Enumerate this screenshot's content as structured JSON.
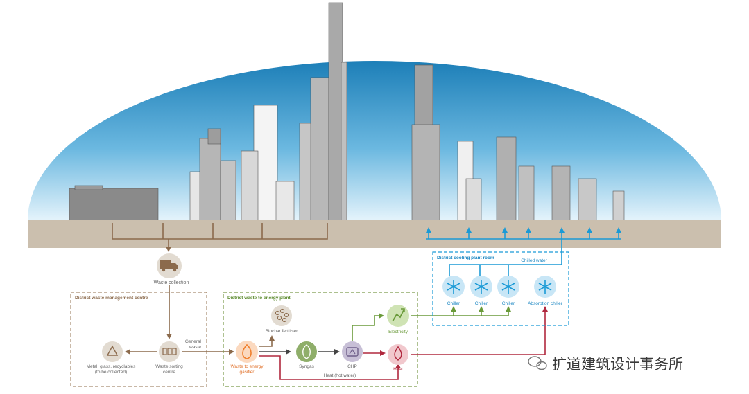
{
  "colors": {
    "sky_top": "#1d7fb8",
    "sky_bottom": "#dff0fa",
    "ground": "#cbbfae",
    "waste_brown": "#8b6a4c",
    "cooling_blue": "#1a9ad6",
    "energy_green": "#6a9a3a",
    "heat_red": "#b0283e",
    "orange": "#f07f2c"
  },
  "labels": {
    "waste_collection": "Waste collection",
    "waste_centre_title": "District waste management centre",
    "recyclables_line1": "Metal, glass, recyclables",
    "recyclables_line2": "(to be collected)",
    "sorting_line1": "Waste sorting",
    "sorting_line2": "centre",
    "general_waste_line1": "General",
    "general_waste_line2": "waste",
    "energy_plant_title": "District waste to energy plant",
    "biochar": "Biochar fertiliser",
    "gasifier_line1": "Waste to energy",
    "gasifier_line2": "gasifier",
    "syngas": "Syngas",
    "chp": "CHP",
    "electricity": "Electricity",
    "heat": "Heat",
    "heat_hot_water": "Heat (hot water)",
    "cooling_title": "District cooling plant room",
    "chilled_water": "Chilled water",
    "chiller1": "Chiller",
    "chiller2": "Chiller",
    "chiller3": "Chiller",
    "absorption_chiller": "Absorption chiller",
    "watermark": "扩道建筑设计事务所"
  },
  "icons": {
    "truck": "truck-icon",
    "recycle": "recycle-icon",
    "sorting": "waste-bins-icon",
    "gasifier": "flame-icon",
    "biochar": "pellets-icon",
    "syngas": "leaf-icon",
    "chp": "engine-icon",
    "electricity": "lightning-icon",
    "heat": "droplet-icon",
    "chiller": "snowflake-icon",
    "watermark": "wechat-icon"
  }
}
